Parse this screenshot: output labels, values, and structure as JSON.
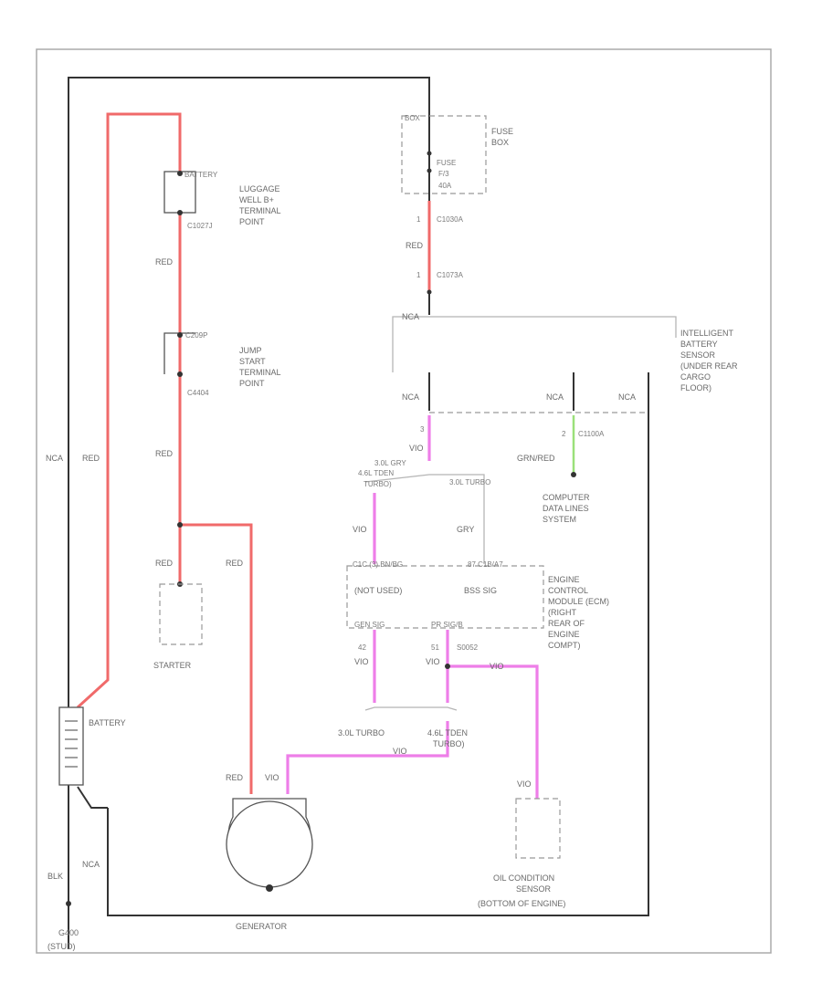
{
  "colors": {
    "red_wire": "#f06a6a",
    "violet_wire": "#ee7ee8",
    "green_wire": "#9be07a",
    "black_wire": "#333333",
    "grey_wire": "#b5b5b5"
  },
  "labels": {
    "luggage_well_pin": "BATTERY",
    "luggage_well_conn": "C1027J",
    "luggage_well_name": [
      "LUGGAGE",
      "WELL B+",
      "TERMINAL",
      "POINT"
    ],
    "jump_start_pin": "C209P",
    "jump_start_conn": "C4404",
    "jump_start_name": [
      "JUMP",
      "START",
      "TERMINAL",
      "POINT"
    ],
    "red_upper": "RED",
    "red_middle": "RED",
    "red_lower_left": "RED",
    "red_lower_right": "RED",
    "red_generator": "RED",
    "red_fuse": "RED",
    "nca_left": "NCA",
    "red_left": "RED",
    "starter": "STARTER",
    "battery": "BATTERY",
    "blk": "BLK",
    "nca_bottom": "NCA",
    "ground_id": "G400",
    "ground_desc": "(STUD)",
    "generator": "GENERATOR",
    "vio_generator": "VIO",
    "fuse_box_top": "BOX",
    "fuse_box_name": [
      "FUSE",
      "BOX"
    ],
    "fuse_name": [
      "FUSE",
      "F/3",
      "40A"
    ],
    "fuse_conn_top": "C1030A",
    "fuse_pin_top": "1",
    "fuse_conn_bottom": "C1073A",
    "fuse_pin_bottom": "1",
    "nca_ibs_top": "NCA",
    "ibs_name": [
      "INTELLIGENT",
      "BATTERY",
      "SENSOR",
      "(UNDER REAR",
      "CARGO",
      "FLOOR)"
    ],
    "nca_ibs_left": "NCA",
    "nca_ibs_mid": "NCA",
    "nca_ibs_right": "NCA",
    "ibs_pin_left": "3",
    "vio_ibs": "VIO",
    "ibs_pin_right": "2",
    "ibs_conn_right": "C1100A",
    "grn_red": "GRN/RED",
    "computer_data": [
      "COMPUTER",
      "DATA LINES",
      "SYSTEM"
    ],
    "splice_left_a": "3.0L GRY",
    "splice_left_b": "4.6L TDEN",
    "splice_left_c": "TURBO)",
    "splice_right": "3.0L TURBO",
    "vio_ecm_in": "VIO",
    "gry": "GRY",
    "ecm_pin_left": "C1C  (3) BN/BG",
    "ecm_pin_right": "87  C1B/A7",
    "ecm_not_used": "(NOT USED)",
    "ecm_bss": "BSS SIG",
    "ecm_name": [
      "ENGINE",
      "CONTROL",
      "MODULE (ECM)",
      "(RIGHT",
      "REAR OF",
      "ENGINE",
      "COMPT)"
    ],
    "ecm_out_left": "GEN SIG",
    "ecm_out_right": "PR SIG/B",
    "pin_42": "42",
    "vio_42": "VIO",
    "pin_51": "51",
    "vio_51": "VIO",
    "splice_s0052": "S0052",
    "vio_sensor_top": "VIO",
    "vio_gen_join": "VIO",
    "vio_sensor": "VIO",
    "three_l_turbo": "3.0L TURBO",
    "four_six_turbo": [
      "4.6L TDEN",
      "TURBO)"
    ],
    "oil_sensor": [
      "OIL CONDITION",
      "SENSOR",
      "(BOTTOM OF ENGINE)"
    ]
  }
}
